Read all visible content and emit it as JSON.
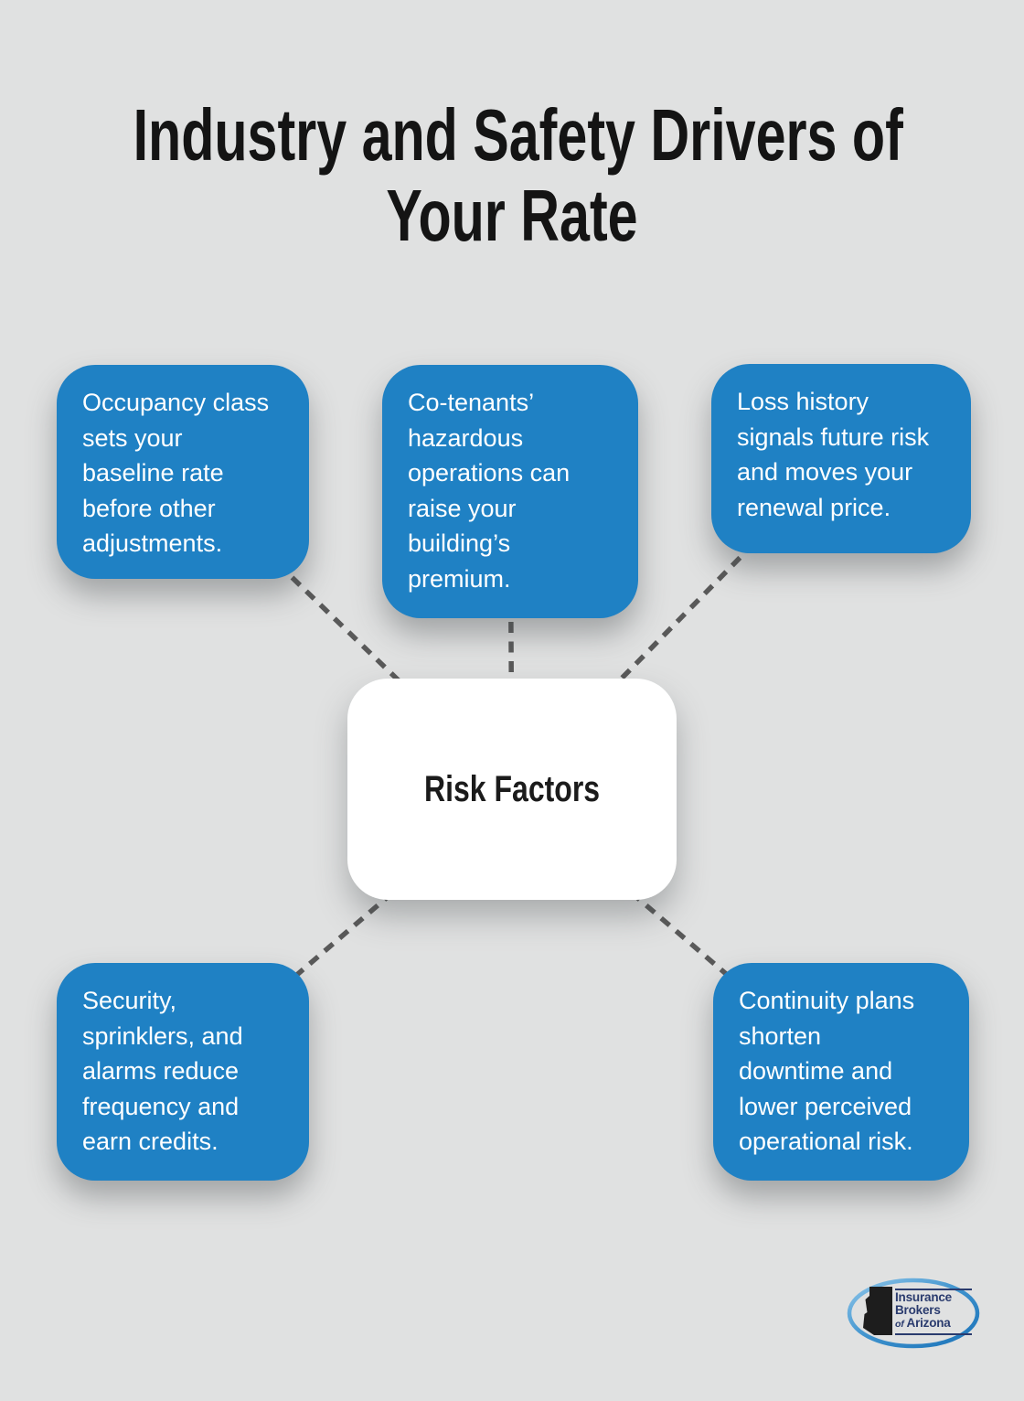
{
  "title": {
    "line1": "Industry and Safety Drivers of",
    "line2": "Your Rate"
  },
  "center_node": {
    "label": "Risk Factors"
  },
  "nodes": [
    {
      "id": "occupancy-class",
      "text": "Occupancy class\nsets your\nbaseline rate\nbefore other\nadjustments."
    },
    {
      "id": "co-tenants",
      "text": "Co-tenants’\nhazardous\noperations can\nraise your\nbuilding’s\npremium."
    },
    {
      "id": "loss-history",
      "text": "Loss history\nsignals future risk\nand moves your\nrenewal price."
    },
    {
      "id": "protections",
      "text": "Security,\nsprinklers, and\nalarms reduce\nfrequency and\nearn credits."
    },
    {
      "id": "continuity",
      "text": "Continuity plans\nshorten\ndowntime and\nlower perceived\noperational risk."
    }
  ],
  "logo": {
    "line1": "Insurance",
    "line2": "Brokers",
    "line3_of": "of",
    "line3_name": "Arizona"
  },
  "colors": {
    "background": "#e0e1e1",
    "node_blue": "#1f81c4",
    "node_text": "#ffffff",
    "center_bg": "#ffffff",
    "title_black": "#141414",
    "connector_gray": "#595959",
    "logo_navy": "#2a3b6e",
    "logo_ring_light": "#8ec6ea",
    "logo_ring_dark": "#1a72b8"
  }
}
